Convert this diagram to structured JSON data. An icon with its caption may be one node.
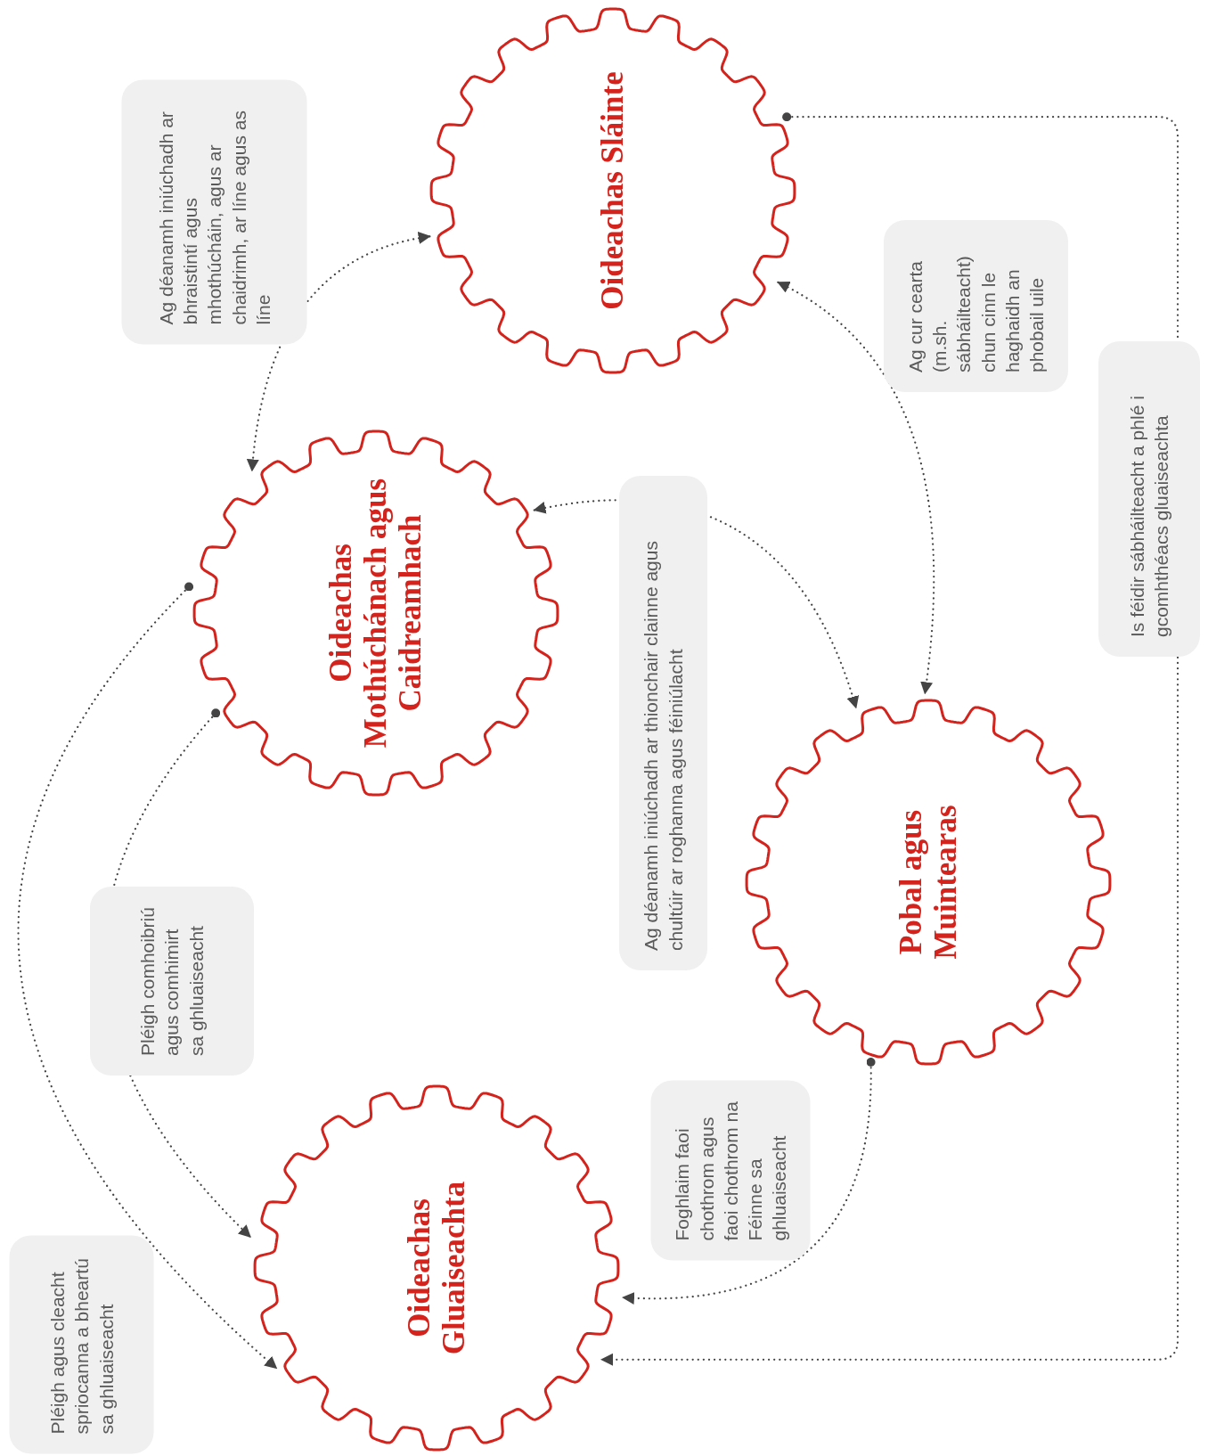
{
  "diagram": {
    "nodes": [
      {
        "text": [
          "Oideachas Sláinte"
        ]
      },
      {
        "text": [
          "Oideachas Mothúchánach agus Caidreamhach"
        ]
      },
      {
        "text": [
          "Pobal agus Muintearas"
        ]
      },
      {
        "text": [
          "Oideachas Gluaiseachta"
        ]
      }
    ],
    "edges": [
      {
        "from": 0,
        "to": 1,
        "arrow": "both",
        "label": "Ag déanamh iniúchadh ar bhraistintí agus mhothúcháin, agus ar chaidrimh, ar líne agus as líne"
      },
      {
        "from": 0,
        "to": 2,
        "arrow": "both",
        "label": "Ag cur cearta (m.sh. sábháilteacht) chun cinn le haghaidh an phobail uile"
      },
      {
        "from": 1,
        "to": 2,
        "arrow": "both",
        "label": "Ag déanamh iniúchadh ar thionchair clainne agus chultúir ar roghanna agus féiniúlacht"
      },
      {
        "from": 1,
        "to": 3,
        "arrow": "to",
        "label": "Pléigh agus cleacht spriocanna a bheartú sa ghluaiseacht"
      },
      {
        "from": 1,
        "to": 3,
        "arrow": "to",
        "label": "Pléigh comhoibriú agus comhimirt sa ghluaiseacht"
      },
      {
        "from": 2,
        "to": 3,
        "arrow": "to",
        "label": "Foghlaim faoi chothrom agus faoi chothrom na Féinne sa ghluaiseacht"
      },
      {
        "from": 0,
        "to": 3,
        "arrow": "to",
        "label": "Is féidir sábháilteacht a phlé i gcomhthéacs gluaiseachta"
      }
    ]
  }
}
